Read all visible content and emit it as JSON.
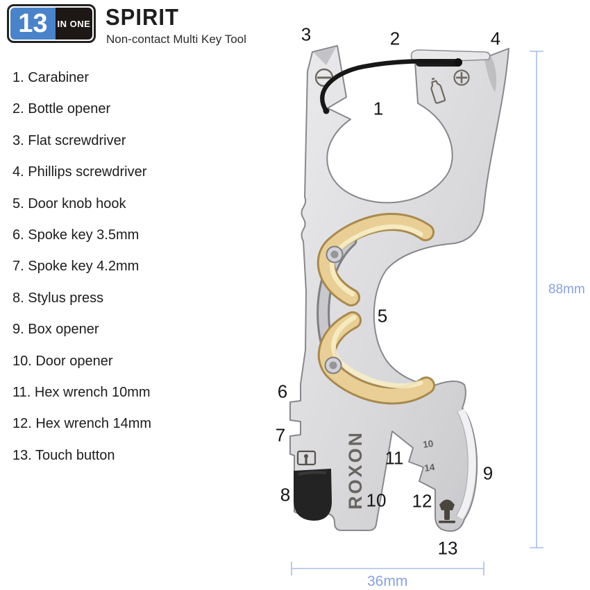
{
  "badge": {
    "number": "13",
    "label": "IN ONE"
  },
  "header": {
    "title": "SPIRIT",
    "subtitle": "Non-contact Multi Key Tool"
  },
  "features": [
    {
      "text": "1. Carabiner"
    },
    {
      "text": "2. Bottle opener"
    },
    {
      "text": "3. Flat screwdriver"
    },
    {
      "text": "4. Phillips screwdriver"
    },
    {
      "text": "5. Door knob hook"
    },
    {
      "text": "6. Spoke key 3.5mm"
    },
    {
      "text": "7. Spoke key 4.2mm"
    },
    {
      "text": "8. Stylus press"
    },
    {
      "text": "9. Box opener"
    },
    {
      "text": "10. Door opener"
    },
    {
      "text": "11. Hex wrench 10mm"
    },
    {
      "text": "12. Hex wrench 14mm"
    },
    {
      "text": "13. Touch button"
    }
  ],
  "callouts": [
    {
      "n": "1"
    },
    {
      "n": "2"
    },
    {
      "n": "3"
    },
    {
      "n": "4"
    },
    {
      "n": "5"
    },
    {
      "n": "6"
    },
    {
      "n": "7"
    },
    {
      "n": "8"
    },
    {
      "n": "9"
    },
    {
      "n": "10"
    },
    {
      "n": "11"
    },
    {
      "n": "12"
    },
    {
      "n": "13"
    }
  ],
  "tool": {
    "brand": "ROXON",
    "hex_small_label": "10",
    "hex_large_label": "14",
    "icons": [
      "flat-screwdriver-icon",
      "bottle-icon",
      "phillips-icon",
      "touch-screen-icon",
      "press-icon",
      "carabiner-wire"
    ]
  },
  "dimensions": {
    "height": "88mm",
    "width": "36mm"
  },
  "colors": {
    "accent_blue": "#4a83c9",
    "badge_black": "#1d1716",
    "dimension_blue": "#a9bde9",
    "dimension_text": "#87a2da",
    "steel_light": "#e6e6e8",
    "steel_dark": "#cbcbcf",
    "brass": "#e9cf95",
    "rubber_black": "#232323"
  }
}
